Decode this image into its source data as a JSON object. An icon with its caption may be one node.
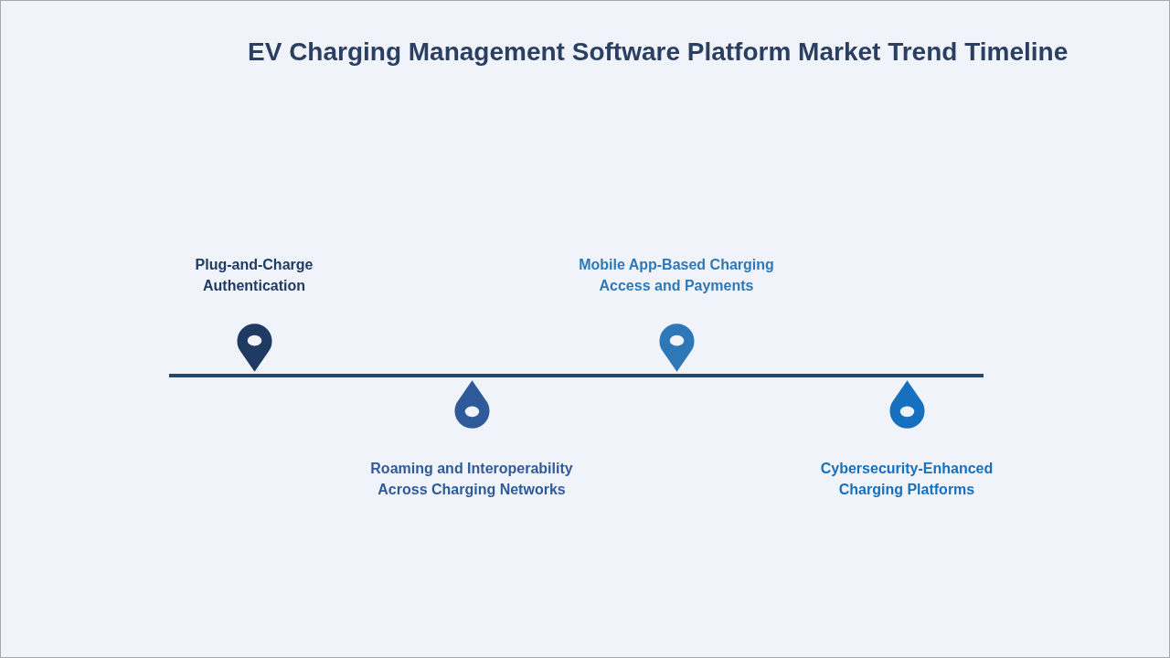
{
  "diagram": {
    "title": "EV Charging Management Software Platform Market Trend Timeline",
    "nodes": [
      {
        "text": [],
        "shape": "pin",
        "beside": [
          "Plug-and-Charge Authentication"
        ]
      },
      {
        "text": [],
        "shape": "pin",
        "beside": [
          "Roaming and Interoperability Across Charging Networks"
        ]
      },
      {
        "text": [],
        "shape": "pin",
        "beside": [
          "Mobile App-Based Charging Access and Payments"
        ]
      },
      {
        "text": [],
        "shape": "pin",
        "beside": [
          "Cybersecurity-Enhanced Charging Platforms"
        ]
      }
    ],
    "edges": []
  }
}
